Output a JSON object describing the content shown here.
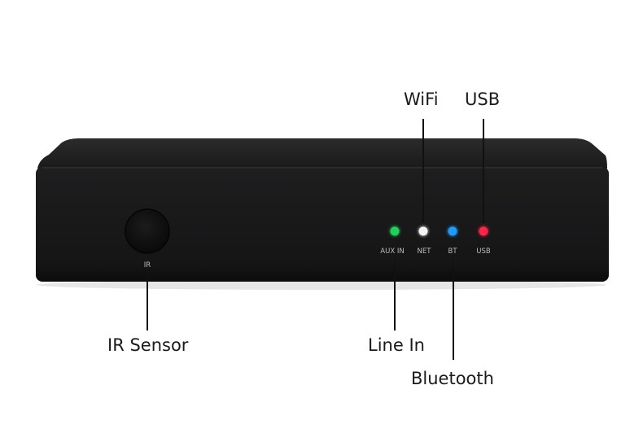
{
  "device": {
    "ir_window_label": "IR",
    "leds": [
      {
        "id": "aux-in",
        "label": "AUX IN",
        "color": "#1fd15a"
      },
      {
        "id": "net",
        "label": "NET",
        "color": "#f4f4f4"
      },
      {
        "id": "bt",
        "label": "BT",
        "color": "#1e9bff"
      },
      {
        "id": "usb",
        "label": "USB",
        "color": "#ff2448"
      }
    ],
    "body_color": "#1b1b1c"
  },
  "callouts": {
    "wifi": "WiFi",
    "usb": "USB",
    "ir_sensor": "IR Sensor",
    "line_in": "Line In",
    "bluetooth": "Bluetooth"
  }
}
